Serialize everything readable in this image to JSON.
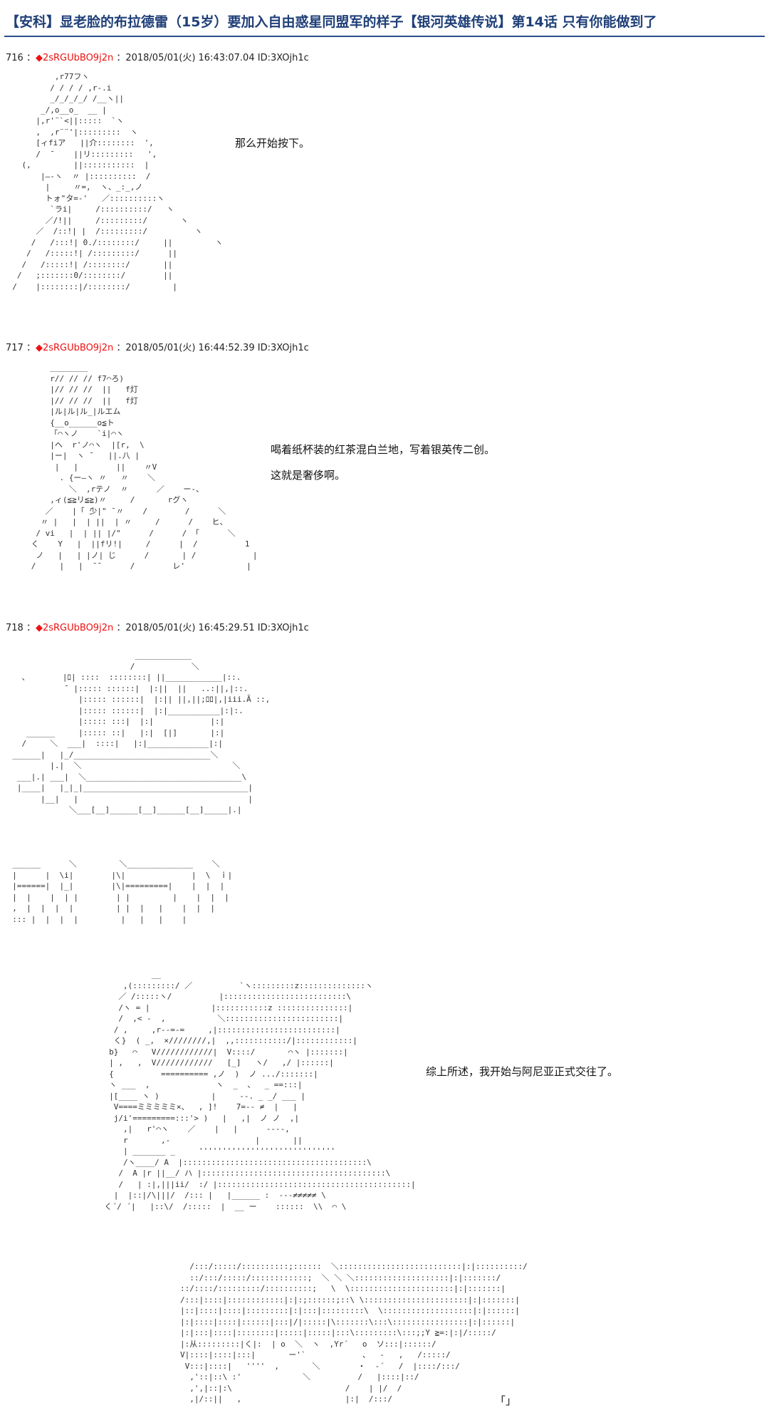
{
  "page_title": "【安科】显老脸的布拉德雷（15岁）要加入自由惑星同盟军的样子【银河英雄传说】第14话 只有你能做到了",
  "posts": [
    {
      "number": "716",
      "sep": " ：",
      "diamond": "◆",
      "trip": "2sRGUbBO9j2n",
      "meta": " ：2018/05/01(火) 16:43:07.04 ID:3XOjh1c",
      "lines": [
        "那么开始按下。"
      ]
    },
    {
      "number": "717",
      "sep": " ：",
      "diamond": "◆",
      "trip": "2sRGUbBO9j2n",
      "meta": " ：2018/05/01(火) 16:44:52.39 ID:3XOjh1c",
      "lines": [
        "喝着纸杯装的红茶混白兰地，写着银英传二创。",
        "这就是奢侈啊。"
      ]
    },
    {
      "number": "718",
      "sep": " ：",
      "diamond": "◆",
      "trip": "2sRGUbBO9j2n",
      "meta": " ：2018/05/01(火) 16:45:29.51 ID:3XOjh1c",
      "lines": [
        "综上所述，我开始与阿尼亚正式交往了。",
        "「」"
      ]
    }
  ],
  "ascii_art": {
    "art716": "           ,r77フヽ\n          / / / / ,r-.i\n          _/_/_/_/ /__ヽ||\n        _/,o__o_  __ |\n       |,r'¨`<||:::::  `ヽ\n       ,  ,r¨¨'|:::::::::  ヽ\n       [ィfiア   ||介::::::::  ',\n       /  ̄     ||リ:::::::::   ',\n    (,         ||:::::::::::  |\n        |—-ヽ  〃 |::::::::::  /\n         |     〃=,  ヽ、_:_,ノ\n         トォ\"タ=-'   ／::::::::::ヽ\n          `ラi|     /::::::::::/   ヽ\n         ／/!||     /:::::::::/       ヽ\n       ／  /::!| |  /:::::::::/          ヽ\n      /   /:::!| 0./::::::::/     ||         ヽ\n     /   /:::::!| /:::::::::/      ||\n    /   /:::::!| /::::::::/       ||\n   /   ;:::::::0/::::::::/        ||\n  /    |::::::::|/::::::::/         |",
    "art717": "          ________\n          r// // // f7⌒ろ)\n          |// // //  ||   f灯\n          |// // //  ||   f灯\n          |ル|ル|ル_|ルエム\n          {__o______o≦ト\n          「⌒ヽノ    `i|⌒ヽ\n          |ヘ  r'ノ⌒ヽ  |[r,  \\\n          |ー|  ヽ ̄    ||.八 |\n           |   |        ||    〃V\n            . {ー—ヽ 〃   〃    ＼\n              ＼  ,rテノ  〃      ／    ー-、\n          ,ィ(≦≧リ≦≧)〃     /       rグヽ\n         ／    |「 ̄少|\" ̄ 〃    /        /      ＼\n        〃 |   |  | ||  | 〃     /      /    ヒ、\n       / vi   |  | || |/\"      /      / 「      ＼\n      く    Y   |  ||fリ!|     /      |  /          1\n       ノ   |   | |ノ| じ      /       | /            |\n      /     |   |  ̄ ̄       /        レ'             |",
    "art718a": "                            ____________\n                           /            ＼\n    、       |ﾛ| ::::  ::::::::| ||____________|::.\n             ̄  |::::: ::::::|  |:||  ||   ..:||,|::.\n                |::::: ::::::|  |:|| ||,||;ﾛﾛ|,|iii.Ã ::,\n                |::::: ::::::|  |:|___________|:|:.\n                |::::: :::|  |:|            |:|\n     ______     |::::: ::|   |:|  [|]       |:|\n    /     ＼  ___|  ::::|   |:|_____________|:|\n  ______|   |_/_____________________________＼\n          |.|  ＼                                ＼\n   ___|.| ___|  ＼_________________________________\\\n   |____|   |_|_|___________________________________|\n        |__|   |                                    |\n              ＼___[__]______[__]______[__]_____|.|",
    "art718b": "  ______      ＼         ＼______________    ＼\n  |      |  \\i|        |\\|              |  \\  ｉ|\n  |======|  |_|        |\\|=========|    |  |  |\n  |  |    |  | |        | |         |    |  |  |\n  ,  |  |  |  |         | |  |   |    |  |  |\n  ::: |  |  |  |         |   |   |    |",
    "art718c": "              __\n        ,(:::::::::/ ／          `ヽ:::::::::z::::::::::::::ヽ\n       ／ /:::::ヽ/          |::::::::::::::::::::::::::\\\n       /ヽ = |             |:::::::::::z :::::::::::::::|\n       /  ,< -  ,           ＼::::::::::::::::::::::::|\n      / ,     ,r--=-=     ,|:::::::::::::::::::::::::|\n      く}  ( _,  ×////////,|  ,,:::::::::::/|::::::::::::|\n     b}   ⌒   V////////////|  V::::/       ⌒ヽ |:::::::|\n     | ,   ,  V////////////   [_]   ヽ/   ,/ |::::::|\n     {          ========== ,ノ  )  ノ .../:::::::|\n     ヽ ___  ,              ヽ  _  、  _ ==:::|\n     |[____ ヽ )           |     --. _ _/ ___ |\n      V====ミミミミミ×、  , ]!    7=-- ≠  |   |\n      j/i'=========:::'> )   |   ,|  ノ ノ  ,|\n        ,|   r'⌒ヽ    ／    |   |      ----,\n        r       ,-                  |       ||\n        | _______ _     '''''''''''''''''''''''''''''\n        /ヽ____/ A  |:::::::::::::::::::::::::::::::::::::::\\\n       /  A |r ||__/ ハ |:::::::::::::::::::::::::::::::::::::::\\\n       /   | :|,|||ii/  :/ |:::::::::::::::::::::::::::::::::::::::::|\n      |  |::|/\\|||/  /::: |   |______ :  ---≠≠≠≠≠ \\\n    く´/ ´|   |::\\/  /:::::  |  __ ー    ::::::  \\\\  ⌒ \\",
    "art718d": "          /:::/:::::/::::::::::;::::::  ＼::::::::::::::::::::::::::|:|::::::::::/\n          ::/:::/:::::/::::::::::::;  ＼ ＼ ＼::::::::::::::::::::|:|:::::::/\n        ::/::::/:::::::::/::::::::::;   \\  \\::::::::::::::::::::::|:|:::::::|\n        /:::|::::|::::::::::::|:|:;::::::;::\\ \\::::::::::::::::::::::|:|:::::::|\n        |::|::::|::::|:::::::::|:|:::|:::::::::\\  \\:::::::::::::::::::|:|::::::|\n        |:|::::|::::|::::::|:::|/|:::::|\\:::::::\\:::\\::::::::::::::::|:|::::::|\n        |:|:::|::::|::::::::|:::::|:::::|:::\\:::::::::\\:::;;Y ≧=:|:|/:::::/\n        |:从:::::::::|く|:  | o  ＼  ヽ  ,Yr´   o  ソ:::|::::::/\n        V|::::|::::|:::|       ー'`            、  -   ,   /:::::/\n         V:::|::::|   ''''  ,       ＼        ・  ‐´   /  |::::/:::/\n          ,'::|::\\ :'             ＼          /   |::::|::/\n          ,',|::|:\\                        /    | |/  /\n          ,|/::||   ,                      |:|  /:::/"
  }
}
